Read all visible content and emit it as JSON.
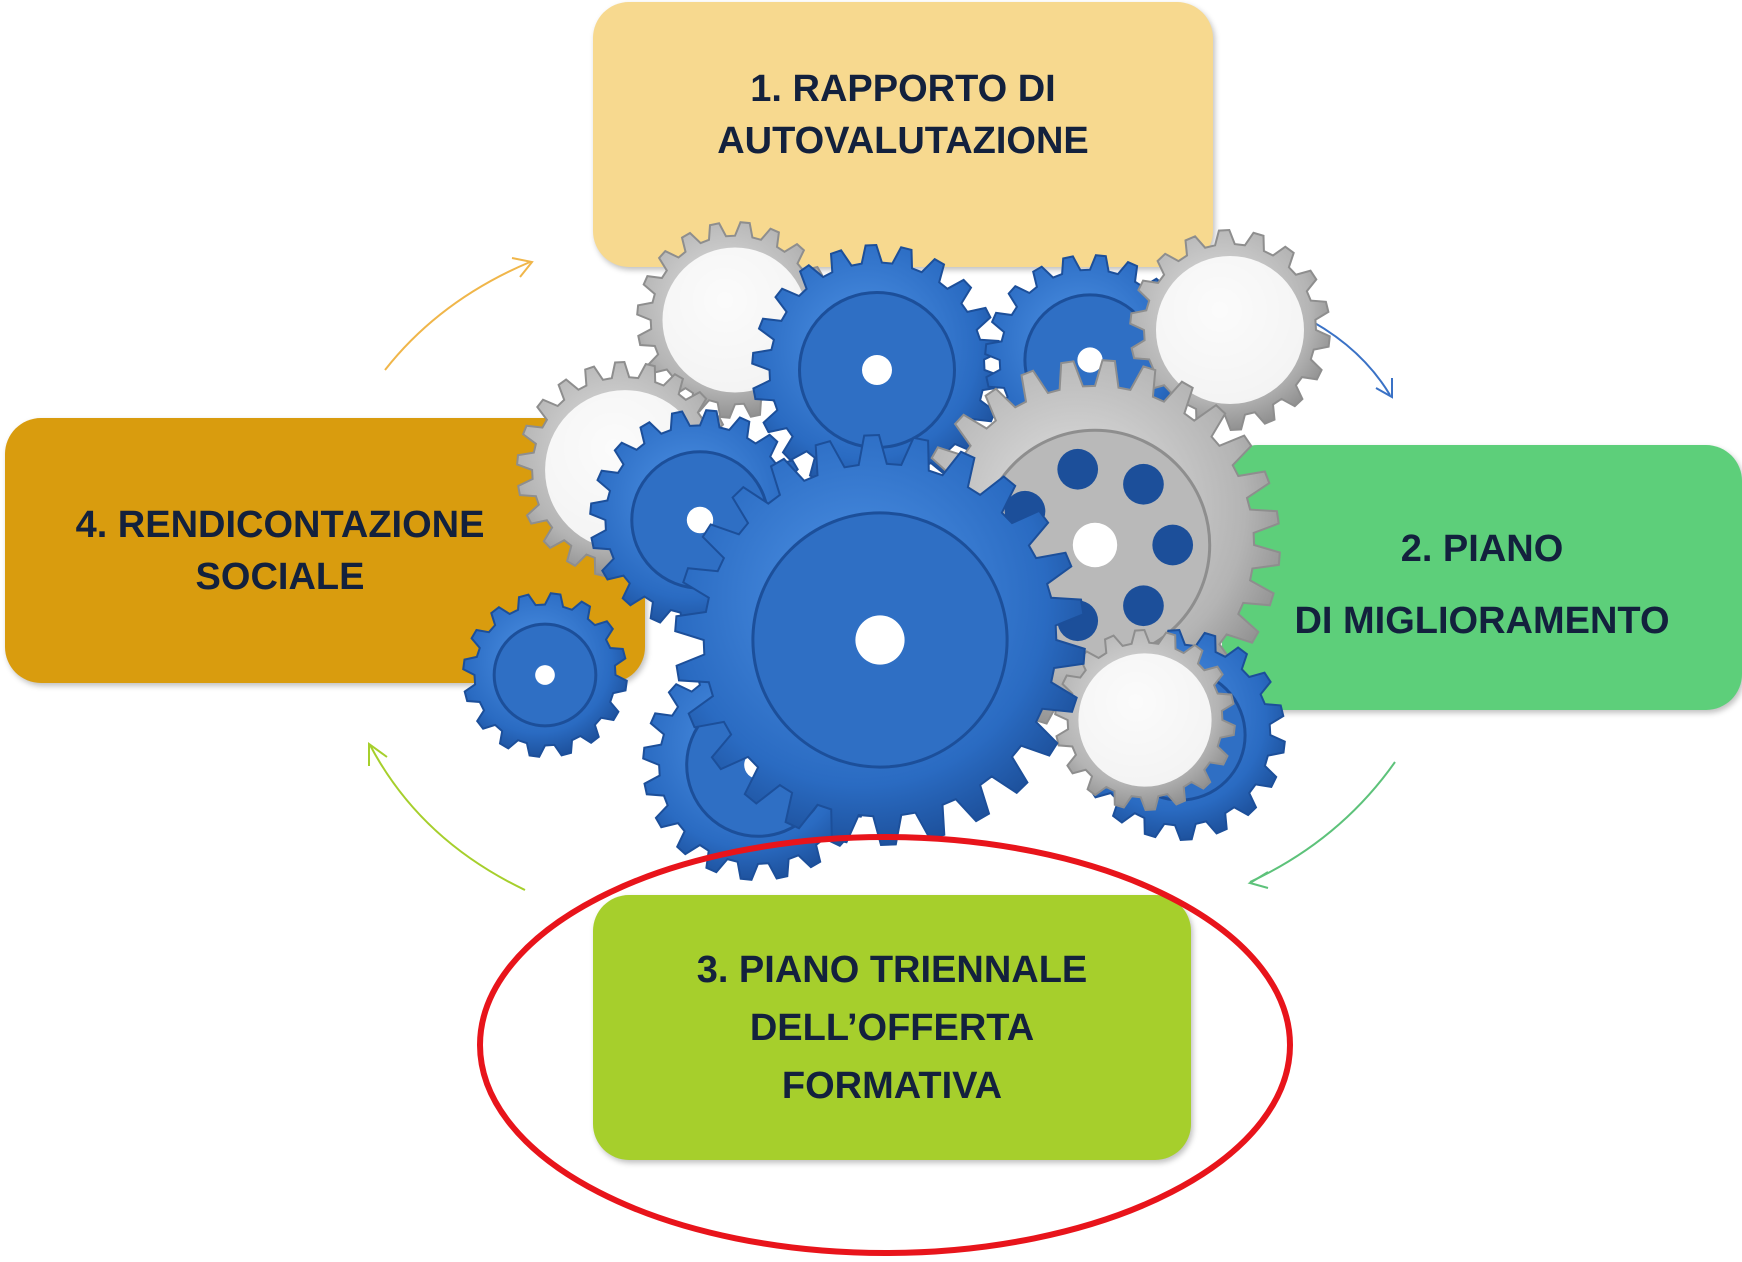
{
  "steps": [
    {
      "id": "step1",
      "lines": [
        "1. RAPPORTO DI",
        "AUTOVALUTAZIONE"
      ],
      "color": "#f7d98f"
    },
    {
      "id": "step2",
      "lines": [
        "2. PIANO",
        "DI MIGLIORAMENTO"
      ],
      "color": "#5dcf7a"
    },
    {
      "id": "step3",
      "lines": [
        "3. PIANO TRIENNALE",
        "DELL’OFFERTA",
        "FORMATIVA"
      ],
      "color": "#a6cf2c"
    },
    {
      "id": "step4",
      "lines": [
        "4. RENDICONTAZIONE",
        "SOCIALE"
      ],
      "color": "#d99c0e"
    }
  ],
  "highlight": {
    "target": "step3",
    "color": "#e8141b"
  },
  "arrow_colors": {
    "to_step1": "#f0b64a",
    "to_step2": "#3a72c6",
    "to_step3": "#5dc27a",
    "to_step4": "#a6cf2c"
  },
  "text_color": "#13213d",
  "gear_colors": {
    "blue": "#2f6fc4",
    "blue_dark": "#1c4f9a",
    "gray": "#b9b9b9",
    "gray_dark": "#8e8e8e"
  }
}
